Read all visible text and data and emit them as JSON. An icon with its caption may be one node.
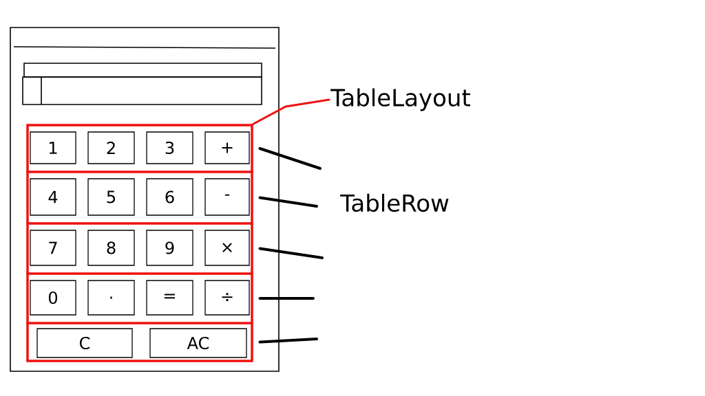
{
  "diagram": {
    "nodes": [
      {
        "text": [],
        "shape": "box"
      },
      {
        "text": [],
        "shape": "box",
        "in": 0
      },
      {
        "text": [],
        "shape": "box",
        "in": 0
      },
      {
        "text": [],
        "shape": "box",
        "in": 2
      },
      {
        "text": [],
        "shape": "box",
        "in": 2
      },
      {
        "text": [],
        "shape": "box",
        "in": 2
      },
      {
        "text": [],
        "shape": "box",
        "in": 2
      },
      {
        "text": [],
        "shape": "box",
        "in": 2
      },
      {
        "text": [
          "1"
        ],
        "in": 3
      },
      {
        "text": [
          "2"
        ],
        "in": 3
      },
      {
        "text": [
          "3"
        ],
        "in": 3
      },
      {
        "text": [
          "+"
        ],
        "in": 3
      },
      {
        "text": [
          "4"
        ],
        "in": 4
      },
      {
        "text": [
          "5"
        ],
        "in": 4
      },
      {
        "text": [
          "6"
        ],
        "in": 4
      },
      {
        "text": [
          "-"
        ],
        "in": 4
      },
      {
        "text": [
          "7"
        ],
        "in": 5
      },
      {
        "text": [
          "8"
        ],
        "in": 5
      },
      {
        "text": [
          "9"
        ],
        "in": 5
      },
      {
        "text": [
          "×"
        ],
        "in": 5
      },
      {
        "text": [
          "0"
        ],
        "in": 6
      },
      {
        "text": [
          "."
        ],
        "in": 6
      },
      {
        "text": [
          "="
        ],
        "in": 6
      },
      {
        "text": [
          "÷"
        ],
        "in": 6
      },
      {
        "text": [
          "C"
        ],
        "in": 7
      },
      {
        "text": [
          "AC"
        ],
        "in": 7
      },
      {
        "text": [
          "TableLayout"
        ]
      },
      {
        "text": [
          "TableRow"
        ]
      }
    ],
    "edges": [
      {
        "from": 26,
        "to": 2,
        "arrow": "none",
        "color": "#ee1111"
      },
      {
        "from": null,
        "to": 3,
        "arrow": "none"
      },
      {
        "from": null,
        "to": 4,
        "arrow": "none"
      },
      {
        "from": null,
        "to": 5,
        "arrow": "none"
      },
      {
        "from": null,
        "to": 6,
        "arrow": "none"
      },
      {
        "from": null,
        "to": 7,
        "arrow": "none"
      }
    ]
  }
}
